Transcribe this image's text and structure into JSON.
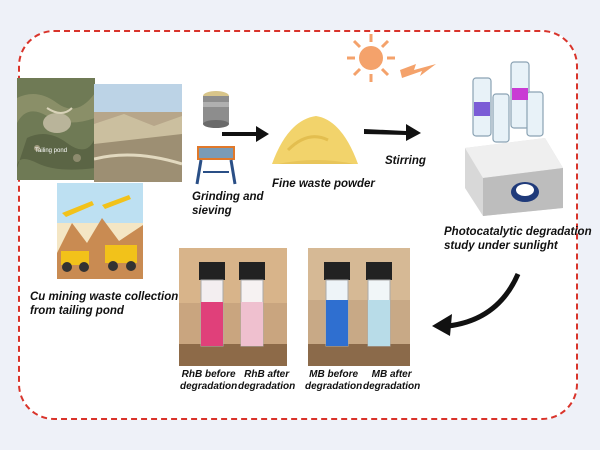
{
  "labels": {
    "collection": "Cu mining waste collection\nfrom tailing pond",
    "grinding": "Grinding and\nsieving",
    "powder": "Fine waste powder",
    "stirring": "Stirring",
    "photocatalytic": "Photocatalytic degradation\nstudy under sunlight",
    "rhb_before": "RhB before\ndegradation",
    "rhb_after": "RhB after\ndegradation",
    "mb_before": "MB before\ndegradation",
    "mb_after": "MB after\ndegradation",
    "map_label": "Tailing pond"
  },
  "colors": {
    "border": "#d9342b",
    "arrow": "#111111",
    "powder": "#f2d36b",
    "sun": "#f4a26b",
    "rhb_before": "#e0407a",
    "rhb_after": "#efc0cf",
    "mb_before": "#2f6fd0",
    "mb_after": "#b8dce8"
  }
}
